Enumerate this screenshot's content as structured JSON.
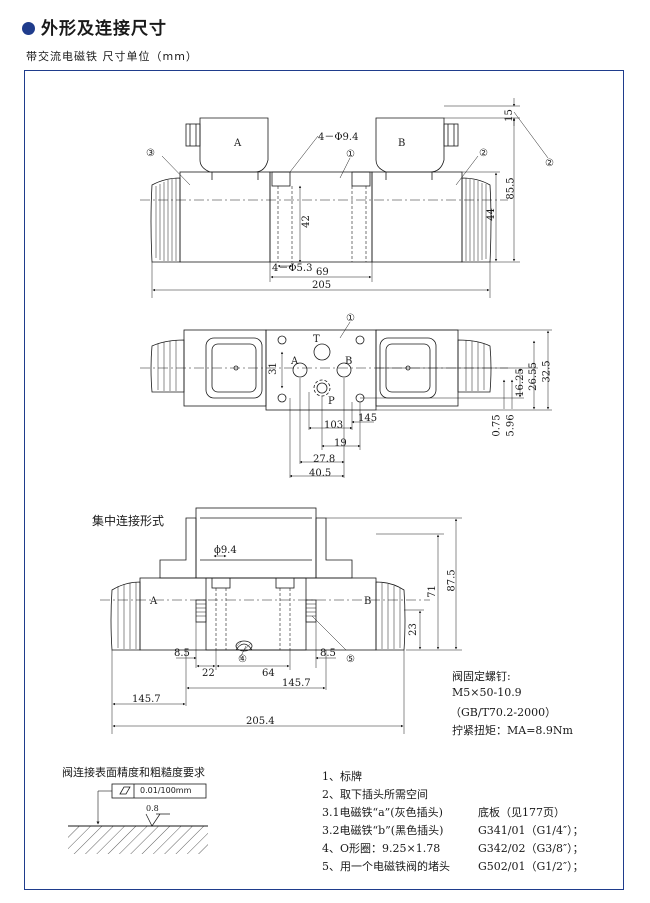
{
  "header": {
    "title": "外形及连接尺寸",
    "subtitle": "带交流电磁铁   尺寸单位（mm）"
  },
  "view1": {
    "coil_a": "A",
    "coil_b": "B",
    "callout_1": "①",
    "callout_2": "②",
    "callout_3": "③",
    "hole_label": "4－Φ9.4",
    "counterbore_label": "4－Φ5.3",
    "dim_15": "15",
    "dim_85_5": "85.5",
    "dim_44": "44",
    "dim_42": "42",
    "dim_69": "69",
    "dim_205": "205"
  },
  "view2": {
    "callout_1": "①",
    "port_t": "T",
    "port_a": "A",
    "port_b": "B",
    "port_p": "P",
    "dim_31": "31",
    "dim_145": "145",
    "dim_103": "103",
    "dim_19": "19",
    "dim_27_8": "27.8",
    "dim_40_5": "40.5",
    "dim_0_75": "0.75",
    "dim_5_96": "5.96",
    "dim_16_25": "16.25",
    "dim_26_55": "26.55",
    "dim_32_5": "32.5"
  },
  "view3": {
    "section_title": "集中连接形式",
    "coil_a": "A",
    "coil_b": "B",
    "hole_label": "ϕ9.4",
    "callout_4": "④",
    "callout_5": "⑤",
    "dim_8_5_left": "8.5",
    "dim_22": "22",
    "dim_64": "64",
    "dim_8_5_right": "8.5",
    "dim_145_7_top": "145.7",
    "dim_145_7_bottom": "145.7",
    "dim_205_4": "205.4",
    "dim_87_5": "87.5",
    "dim_71": "71",
    "dim_23": "23"
  },
  "screw_info": {
    "line1": "阀固定螺钉:",
    "line2": "M5×50-10.9",
    "line3": "（GB/T70.2-2000）",
    "line4": "拧紧扭矩：MA=8.9Nm"
  },
  "surface": {
    "title": "阀连接表面精度和粗糙度要求",
    "flatness": "0.01/100mm",
    "roughness": "0.8"
  },
  "notes": [
    {
      "left": "1、标牌",
      "right": ""
    },
    {
      "left": "2、取下插头所需空间",
      "right": ""
    },
    {
      "left": "3.1电磁铁“a”(灰色插头)",
      "right": "底板（见177页）"
    },
    {
      "left": "3.2电磁铁“b”(黑色插头)",
      "right": "G341/01（G1/4″）；"
    },
    {
      "left": "4、O形圈：9.25×1.78",
      "right": "G342/02（G3/8″）；"
    },
    {
      "left": "5、用一个电磁铁阀的堵头",
      "right": "G502/01（G1/2″）；"
    }
  ],
  "colors": {
    "accent": "#1f3c8c",
    "line": "#1a1a1a"
  }
}
